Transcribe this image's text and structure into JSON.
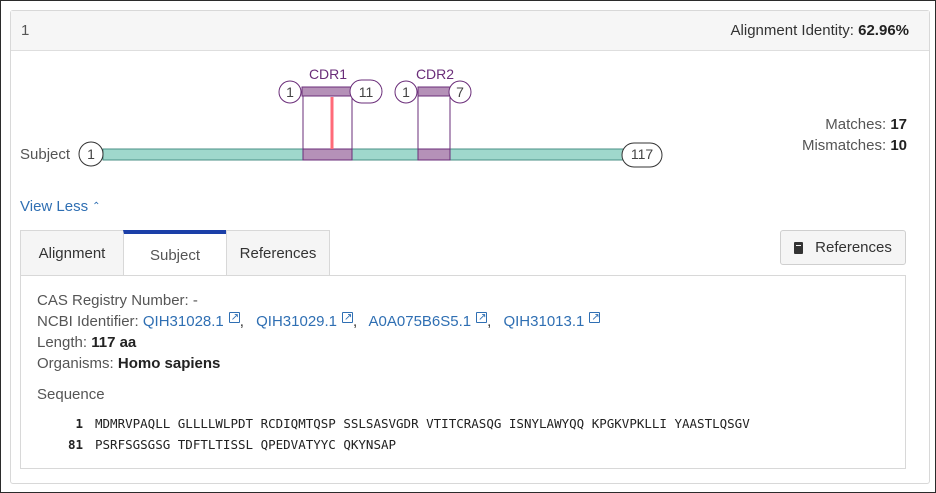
{
  "header": {
    "index": "1",
    "identity_label": "Alignment Identity:",
    "identity_value": "62.96%"
  },
  "diagram": {
    "subject_label": "Subject",
    "subject_start": "1",
    "subject_end": "117",
    "cdrs": [
      {
        "name": "CDR1",
        "start": "1",
        "end": "11"
      },
      {
        "name": "CDR2",
        "start": "1",
        "end": "7"
      }
    ],
    "colors": {
      "subject_bar": "#9fd8cc",
      "cdr_fill": "#b591b8",
      "cdr_outline": "#6a2d79",
      "mismatch_mark": "#ff6a78"
    }
  },
  "stats": {
    "matches_label": "Matches:",
    "matches_value": "17",
    "mismatches_label": "Mismatches:",
    "mismatches_value": "10"
  },
  "view_less": "View Less",
  "tabs": [
    "Alignment",
    "Subject",
    "References"
  ],
  "references_button": "References",
  "subject": {
    "cas_label": "CAS Registry Number:",
    "cas_value": "-",
    "ncbi_label": "NCBI Identifier:",
    "ncbi_ids": [
      "QIH31028.1",
      "QIH31029.1",
      "A0A075B6S5.1",
      "QIH31013.1"
    ],
    "length_label": "Length:",
    "length_value": "117 aa",
    "organisms_label": "Organisms:",
    "organisms_value": "Homo sapiens",
    "sequence_title": "Sequence",
    "sequence_rows": [
      {
        "num": "1",
        "text": "MDMRVPAQLL GLLLLWLPDT RCDIQMTQSP SSLSASVGDR VTITCRASQG ISNYLAWYQQ KPGKVPKLLI YAASTLQSGV"
      },
      {
        "num": "81",
        "text": "PSRFSGSGSG TDFTLTISSL QPEDVATYYC QKYNSAP"
      }
    ]
  }
}
